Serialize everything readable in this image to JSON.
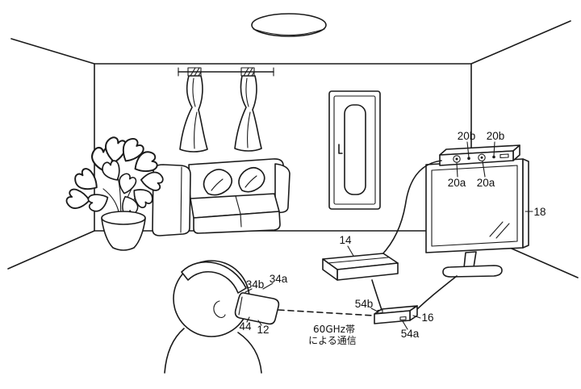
{
  "figure": {
    "caption": {
      "line1": "60GHz帯",
      "line2": "による通信"
    },
    "labels": {
      "tv": "18",
      "console": "14",
      "relay": "16",
      "camera_left": "20a",
      "camera_right": "20a",
      "mic_left": "20b",
      "mic_right": "20b",
      "antenna_front": "54a",
      "antenna_top": "54b",
      "strap_outer": "34a",
      "strap_inner": "34b",
      "hmd_display": "44",
      "hmd_unit": "12"
    }
  }
}
